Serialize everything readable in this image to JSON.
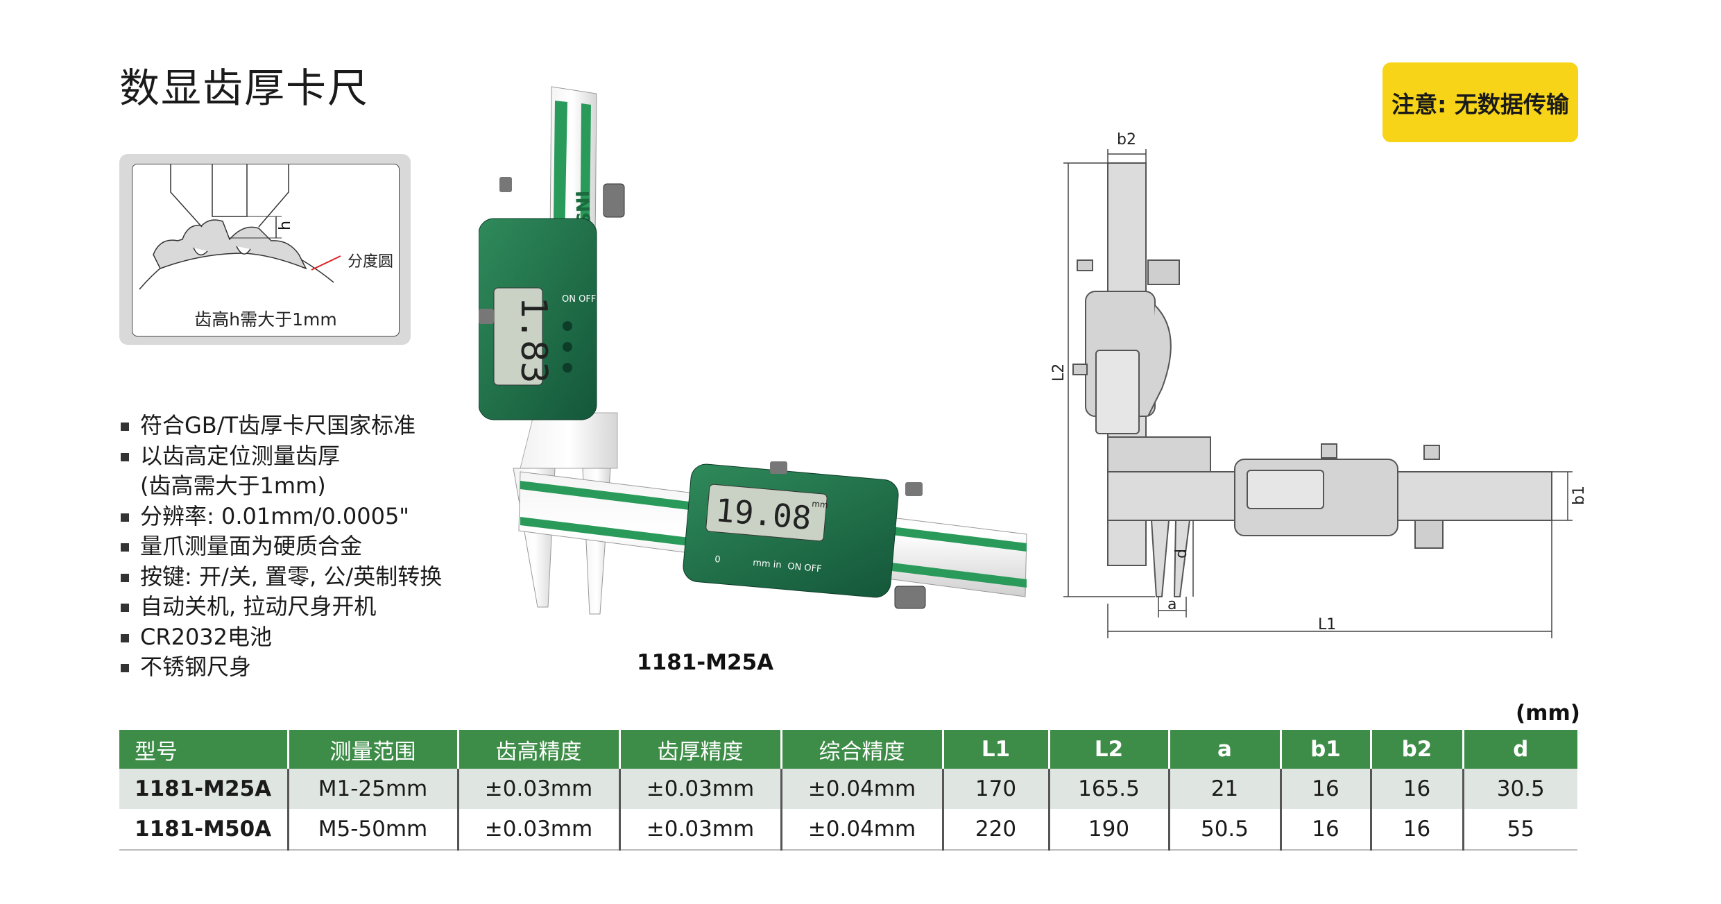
{
  "title": "数显齿厚卡尺",
  "notice": "注意: 无数据传输",
  "diagram": {
    "h_label": "h",
    "pitch_circle_label": "分度圆",
    "caption": "齿高h需大于1mm"
  },
  "features": [
    {
      "text": "符合GB/T齿厚卡尺国家标准",
      "sub": ""
    },
    {
      "text": "以齿高定位测量齿厚",
      "sub": "(齿高需大于1mm)"
    },
    {
      "text": "分辨率: 0.01mm/0.0005\"",
      "sub": ""
    },
    {
      "text": "量爪测量面为硬质合金",
      "sub": ""
    },
    {
      "text": "按键: 开/关, 置零, 公/英制转换",
      "sub": ""
    },
    {
      "text": "自动关机, 拉动尺身开机",
      "sub": ""
    },
    {
      "text": "CR2032电池",
      "sub": ""
    },
    {
      "text": "不锈钢尺身",
      "sub": ""
    }
  ],
  "photo": {
    "brand": "INSIZE",
    "vertical_display": "1.83",
    "horizontal_display": "19.08",
    "display_unit": "mm",
    "button_on_off": "ON OFF",
    "button_unit": "mm in",
    "button_zero": "0",
    "caption": "1181-M25A"
  },
  "drawing": {
    "b2": "b2",
    "L2": "L2",
    "b1": "b1",
    "d": "d",
    "a": "a",
    "L1": "L1"
  },
  "colors": {
    "accent_green": "#3d8c47",
    "notice_yellow": "#f7d417",
    "row_tint": "#dfe6e1"
  },
  "table": {
    "unit": "(mm)",
    "headers": [
      "型号",
      "测量范围",
      "齿高精度",
      "齿厚精度",
      "综合精度",
      "L1",
      "L2",
      "a",
      "b1",
      "b2",
      "d"
    ],
    "rows": [
      [
        "1181-M25A",
        "M1-25mm",
        "±0.03mm",
        "±0.03mm",
        "±0.04mm",
        "170",
        "165.5",
        "21",
        "16",
        "16",
        "30.5"
      ],
      [
        "1181-M50A",
        "M5-50mm",
        "±0.03mm",
        "±0.03mm",
        "±0.04mm",
        "220",
        "190",
        "50.5",
        "16",
        "16",
        "55"
      ]
    ]
  }
}
